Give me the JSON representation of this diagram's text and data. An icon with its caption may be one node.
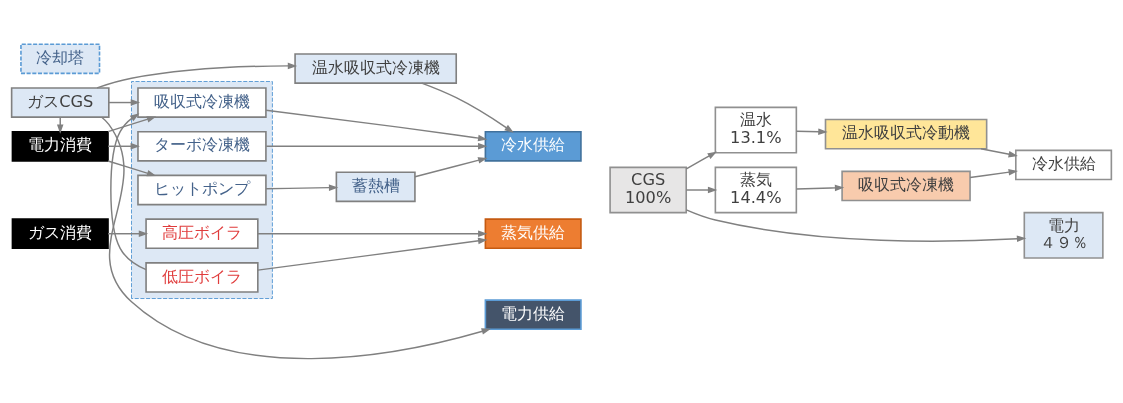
{
  "diagram": {
    "nodes": [
      {
        "text": [],
        "shape": "box"
      },
      {
        "text": [
          "ガス消費"
        ]
      },
      {
        "text": [
          "高圧ボイラ"
        ],
        "in": 0
      },
      {
        "text": [
          "低圧ボイラ"
        ],
        "in": 0
      },
      {
        "text": [
          "蒸気供給"
        ]
      },
      {
        "text": [
          "ガスCGS"
        ]
      },
      {
        "text": [
          "温水吸収式冷凍機"
        ]
      },
      {
        "text": [
          "吸収式冷凍機"
        ],
        "in": 0
      },
      {
        "text": [
          "電力消費"
        ]
      },
      {
        "text": [
          "ターボ冷凍機"
        ],
        "in": 0
      },
      {
        "text": [
          "冷水供給"
        ]
      },
      {
        "text": [
          "ヒットポンプ"
        ],
        "in": 0
      },
      {
        "text": [
          "蓄熱槽"
        ]
      },
      {
        "text": [
          "冷却塔"
        ]
      },
      {
        "text": [
          "電力供給"
        ]
      },
      {
        "text": [
          "CGS",
          "100%"
        ]
      },
      {
        "text": [
          "蒸気",
          "14.4%"
        ]
      },
      {
        "text": [
          "吸収式冷凍機"
        ]
      },
      {
        "text": [
          "冷水供給"
        ]
      },
      {
        "text": [
          "温水",
          "13.1%"
        ]
      },
      {
        "text": [
          "温水吸収式冷動機"
        ]
      },
      {
        "text": [
          "電力",
          "４９％"
        ]
      }
    ],
    "edges": [
      {
        "from": 1,
        "to": 2,
        "arrow": "to"
      },
      {
        "from": 2,
        "to": 4,
        "arrow": "to"
      },
      {
        "from": 3,
        "to": 4,
        "arrow": "to"
      },
      {
        "from": 3,
        "to": 7,
        "arrow": "to"
      },
      {
        "from": 5,
        "to": 6,
        "arrow": "to"
      },
      {
        "from": 5,
        "to": 7,
        "arrow": "to"
      },
      {
        "from": 5,
        "to": 8,
        "arrow": "to"
      },
      {
        "from": 5,
        "to": 14,
        "arrow": "to"
      },
      {
        "from": 6,
        "to": 10,
        "arrow": "to"
      },
      {
        "from": 8,
        "to": 7,
        "arrow": "to"
      },
      {
        "from": 8,
        "to": 9,
        "arrow": "to"
      },
      {
        "from": 8,
        "to": 11,
        "arrow": "to"
      },
      {
        "from": 7,
        "to": 10,
        "arrow": "to"
      },
      {
        "from": 9,
        "to": 10,
        "arrow": "to"
      },
      {
        "from": 11,
        "to": 12,
        "arrow": "to"
      },
      {
        "from": 12,
        "to": 10,
        "arrow": "to"
      },
      {
        "from": 15,
        "to": 16,
        "arrow": "to"
      },
      {
        "from": 15,
        "to": 19,
        "arrow": "to"
      },
      {
        "from": 15,
        "to": 21,
        "arrow": "to"
      },
      {
        "from": 16,
        "to": 17,
        "arrow": "to"
      },
      {
        "from": 19,
        "to": 20,
        "arrow": "to"
      },
      {
        "from": 17,
        "to": 18,
        "arrow": "to"
      },
      {
        "from": 20,
        "to": 18,
        "arrow": "to"
      }
    ]
  }
}
